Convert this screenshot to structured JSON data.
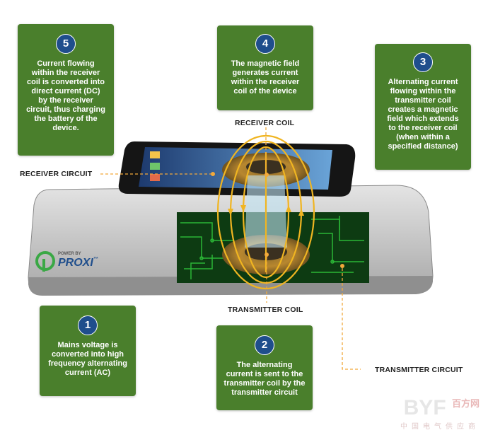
{
  "steps": [
    {
      "num": "5",
      "text": "Current flowing\nwithin the receiver\ncoil is converted into\ndirect current (DC)\nby the receiver\ncircuit, thus charging\nthe battery of the\ndevice."
    },
    {
      "num": "4",
      "text": "The magnetic field\ngenerates current\nwithin the receiver\ncoil of the device"
    },
    {
      "num": "3",
      "text": "Alternating current\nflowing within the\ntransmitter coil\ncreates a magnetic\nfield which extends\nto the receiver coil\n(when within a\nspecified distance)"
    },
    {
      "num": "1",
      "text": "Mains voltage is\nconverted into high\nfrequency alternating\ncurrent (AC)"
    },
    {
      "num": "2",
      "text": "The alternating\ncurrent is sent to the\ntransmitter coil by the\ntransmitter circuit"
    }
  ],
  "labels": {
    "receiver_coil": "RECEIVER COIL",
    "receiver_circuit": "RECEIVER CIRCUIT",
    "transmitter_coil": "TRANSMITTER COIL",
    "transmitter_circuit": "TRANSMITTER CIRCUIT"
  },
  "logo": {
    "power_by": "POWER BY",
    "brand": "PROXI",
    "tm": "™"
  },
  "watermark": {
    "brand": "BYF",
    "brand_cn": "百方网",
    "tagline": "中国电气供应商"
  },
  "colors": {
    "box_green": "#4a7f2c",
    "badge_blue": "#1f4e8c",
    "dash_orange": "#f2a93b",
    "field_line": "#f0b521",
    "pad_gray": "#c9c9c9",
    "pcb_green": "#1e9a2a"
  }
}
